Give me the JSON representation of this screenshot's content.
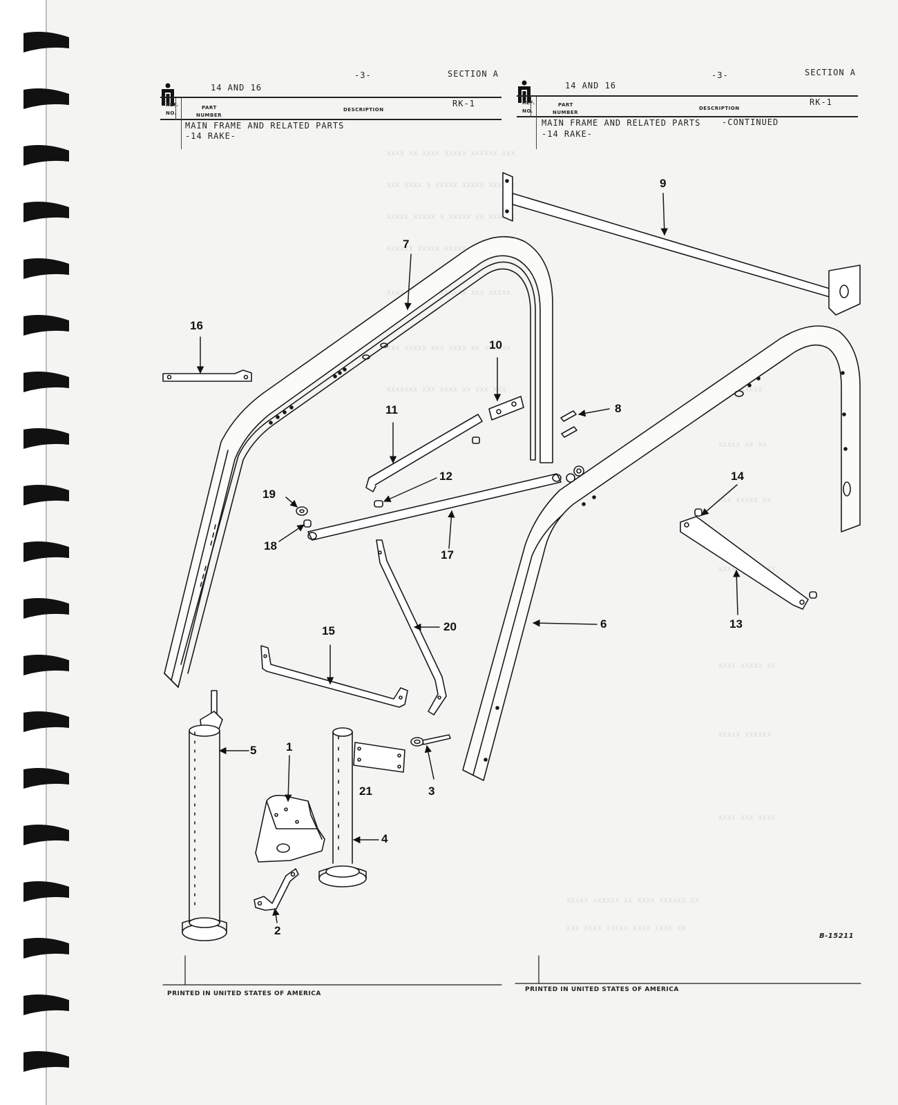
{
  "left_page": {
    "models": "14 AND 16",
    "page_number": "-3-",
    "section": "SECTION A",
    "code": "RK-1",
    "col_ref": "REF.",
    "col_no": "NO.",
    "col_part": "PART",
    "col_number": "NUMBER",
    "col_description": "DESCRIPTION",
    "title_line1": "MAIN FRAME AND RELATED PARTS",
    "title_line2": "-14 RAKE-",
    "footer": "PRINTED IN UNITED STATES OF AMERICA"
  },
  "right_page": {
    "models": "14 AND 16",
    "page_number": "-3-",
    "section": "SECTION A",
    "code": "RK-1",
    "col_ref": "REF.",
    "col_no": "NO.",
    "col_part": "PART",
    "col_number": "NUMBER",
    "col_description": "DESCRIPTION",
    "title_line1": "MAIN FRAME AND RELATED PARTS",
    "title_continued": "-CONTINUED",
    "title_line2": "-14 RAKE-",
    "footer": "PRINTED IN UNITED STATES OF AMERICA"
  },
  "figure_code": "B-15211",
  "callouts": [
    "1",
    "2",
    "3",
    "4",
    "5",
    "6",
    "7",
    "8",
    "9",
    "10",
    "11",
    "12",
    "13",
    "14",
    "15",
    "16",
    "17",
    "18",
    "19",
    "20",
    "21"
  ]
}
